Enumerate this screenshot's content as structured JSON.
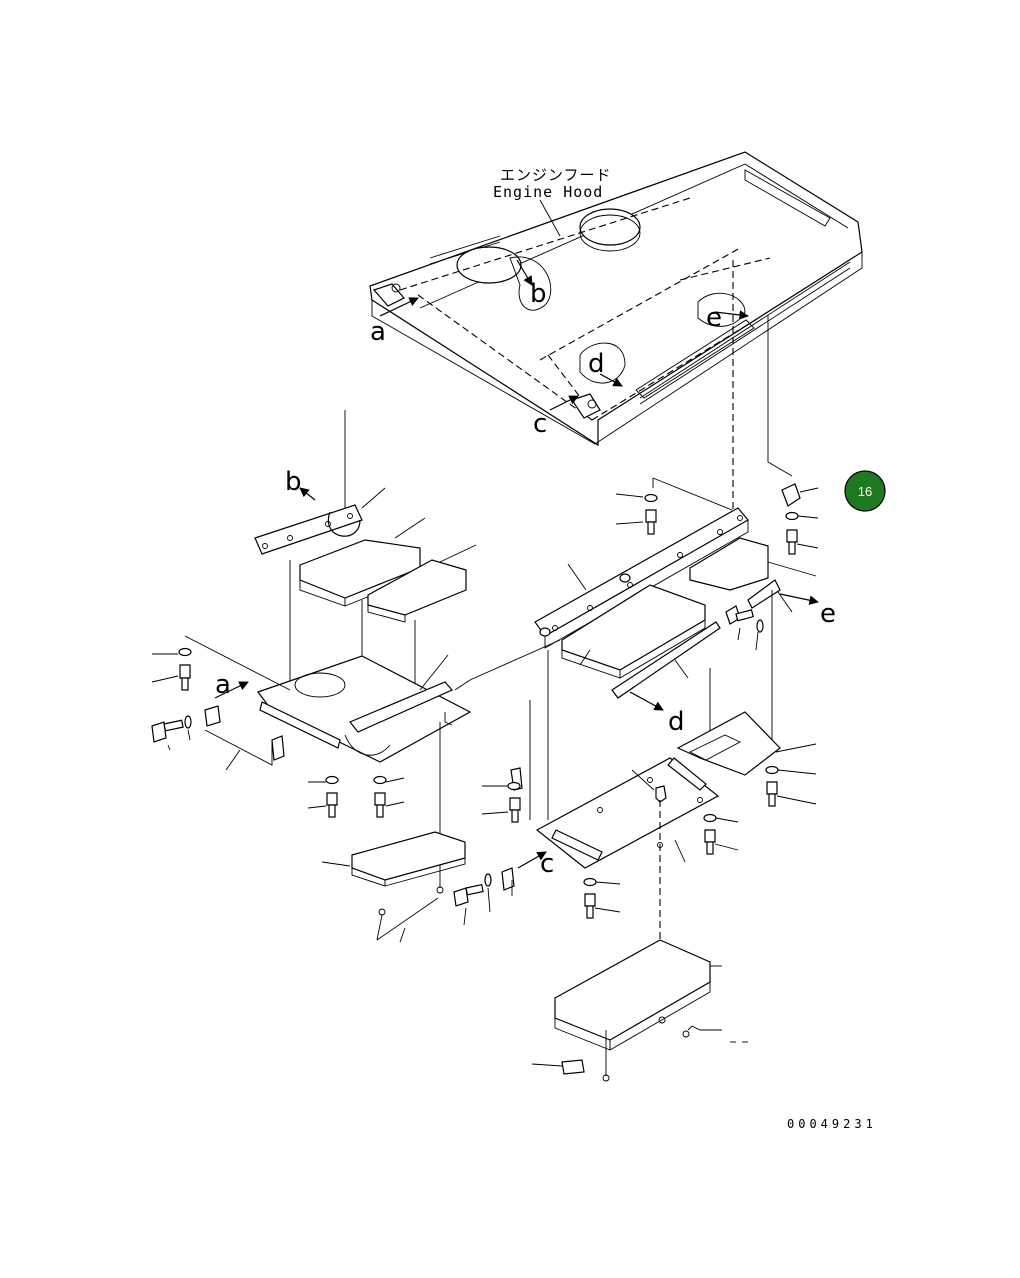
{
  "hood_label": {
    "jp": "エンジンフード",
    "en": "Engine Hood"
  },
  "reference_letters": {
    "a1": "a",
    "a2": "a",
    "b1": "b",
    "b2": "b",
    "c1": "c",
    "c2": "c",
    "d1": "d",
    "d2": "d",
    "e1": "e",
    "e2": "e"
  },
  "page_badge": {
    "number": "16",
    "color": "#1e7a1e"
  },
  "document_number": "00049231"
}
